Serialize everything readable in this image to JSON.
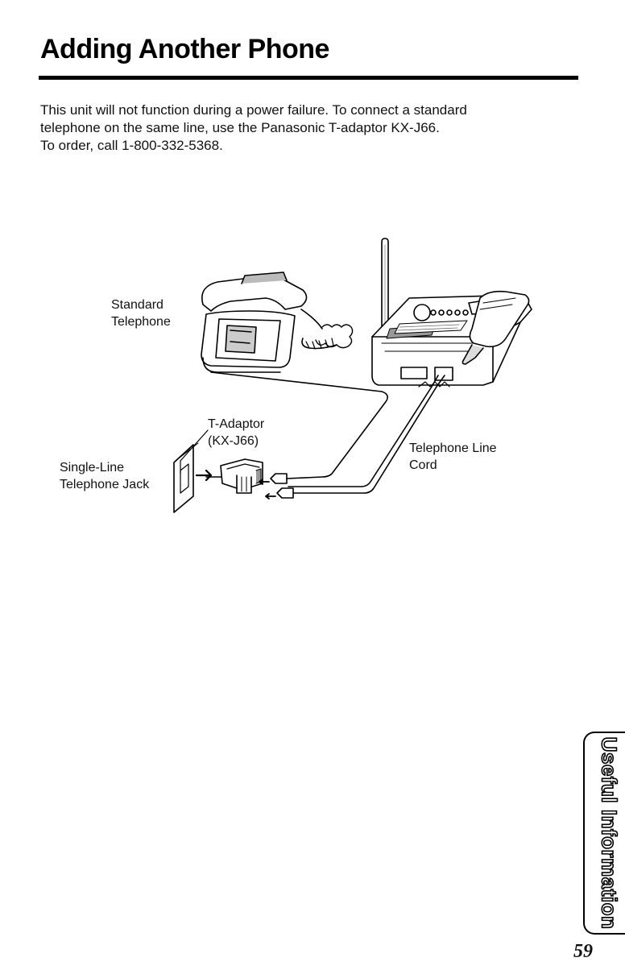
{
  "header": {
    "title": "Adding Another Phone"
  },
  "intro": {
    "lines": [
      "This unit will not function during a power failure. To connect a standard",
      "telephone on the same line, use the Panasonic T-adaptor KX-J66.",
      "To order, call 1-800-332-5368."
    ]
  },
  "diagram": {
    "labels": {
      "standard_telephone": [
        "Standard",
        "Telephone"
      ],
      "t_adaptor": [
        "T-Adaptor",
        "(KX-J66)"
      ],
      "single_line_jack": [
        "Single-Line",
        "Telephone Jack"
      ],
      "telephone_line_cord": [
        "Telephone Line",
        "Cord"
      ]
    }
  },
  "side_tab": {
    "label": "Useful Information"
  },
  "footer": {
    "page_number": "59"
  }
}
